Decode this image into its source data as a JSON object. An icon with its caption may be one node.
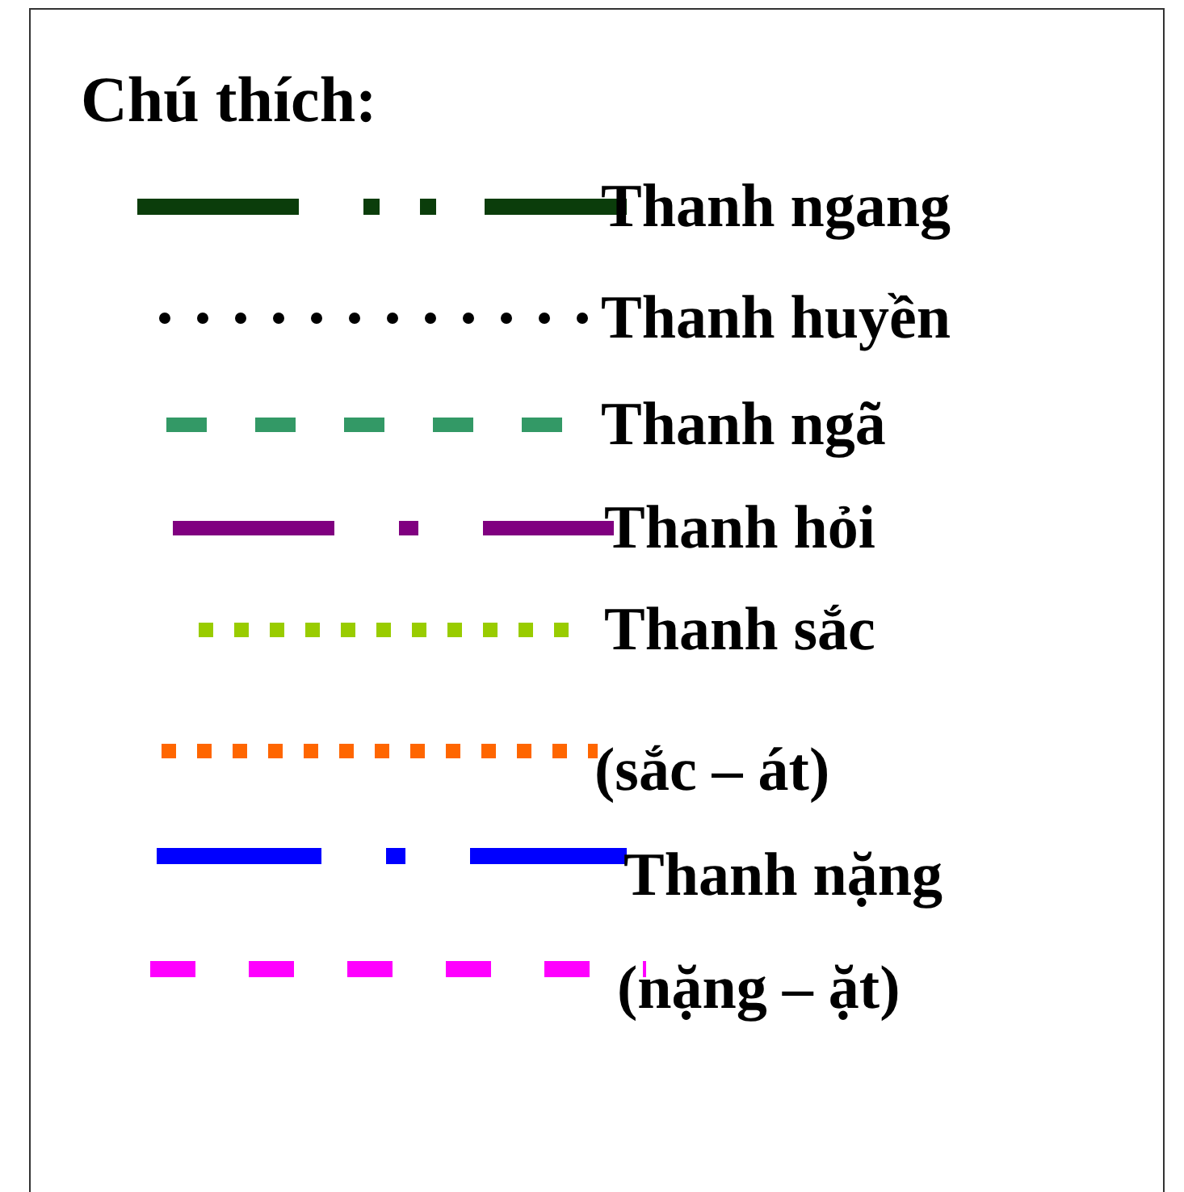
{
  "diagram": {
    "title": "Chú thích:",
    "legend": [
      {
        "text": "Thanh ngang"
      },
      {
        "text": "Thanh huyền"
      },
      {
        "text": "Thanh ngã"
      },
      {
        "text": "Thanh hỏi"
      },
      {
        "text": "Thanh sắc"
      },
      {
        "text": "(sắc – át)"
      },
      {
        "text": "Thanh nặng"
      },
      {
        "text": "(nặng – ặt)"
      }
    ]
  }
}
